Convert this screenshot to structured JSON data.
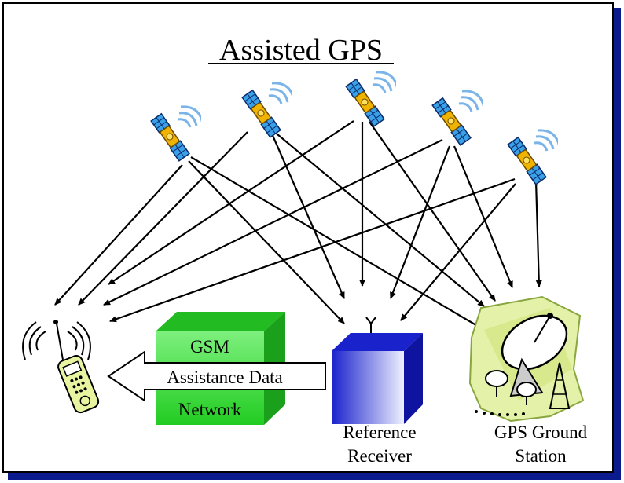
{
  "title": "Assisted GPS",
  "gsm_network": {
    "top_label": "GSM",
    "bottom_label": "Network",
    "arrow_label": "Assistance Data",
    "front_color": "#33e033",
    "side_color": "#1aa01a",
    "top_color": "#22bb22"
  },
  "reference_receiver": {
    "label_line1": "Reference",
    "label_line2": "Receiver",
    "color": "#1a22cc"
  },
  "ground_station": {
    "label_line1": "GPS Ground",
    "label_line2": "Station",
    "bg_color": "#e3f2a8"
  },
  "icons": {
    "satellites": [
      "satellite-icon",
      "satellite-icon",
      "satellite-icon",
      "satellite-icon",
      "satellite-icon"
    ],
    "phone": "mobile-phone-icon",
    "dish": "satellite-dish-icon"
  },
  "colors": {
    "frame_shadow": "#0b1a8c",
    "satellite_body": "#f0b400",
    "satellite_panel": "#3aa0e8",
    "signal_waves": "#7ab4e8"
  }
}
